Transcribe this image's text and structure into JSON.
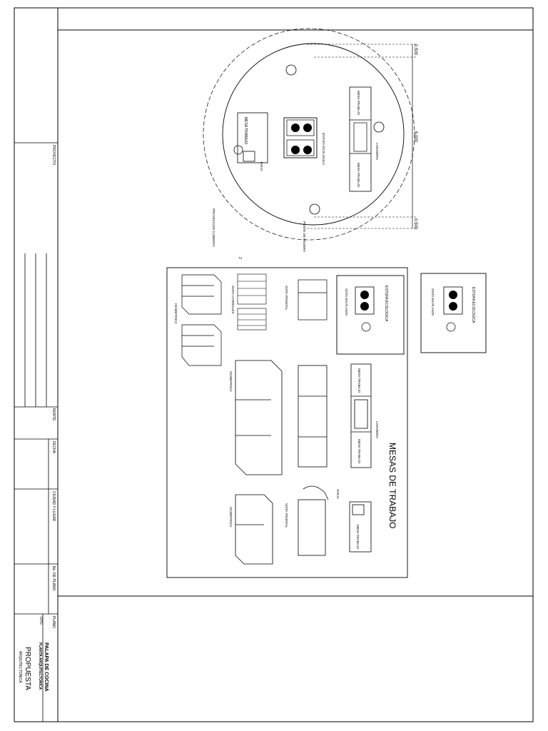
{
  "title_block": {
    "proyecto": "PROYECTO:",
    "norte": "NORTE",
    "fecha": "FECHA",
    "ciudad_lugar": "CIUDAD Y LUGAR",
    "no_plano": "No. DE PLANO",
    "plano": "PLANO",
    "tipo": "TIPO",
    "project_name": "PALAPA DE COCINA",
    "drawing_name": "PLANTA ARQUITECTONICA",
    "proposal": "PROPUESTA",
    "proposal_sub": "ARQUITECTONICA"
  },
  "plan": {
    "mesa_trabajo": "MESA TRABAJO",
    "estufa": "ESTUFA ECOLOGICA",
    "lavadero": "LAVADERO",
    "tarja": "TARJA",
    "poste": "POSTE DE MADERA",
    "proyeccion": "PROYECCION CUBIERTA",
    "dim_top": "0.500",
    "dim_mid": "6.000",
    "dim_bot": "0.500",
    "marker": "2"
  },
  "details": {
    "heading": "MESAS DE TRABAJO",
    "estufa": "ESTUFA ECOLOGICA",
    "vista_planta": "VISTA EN PLANTA",
    "vista_frontal": "VISTA FRONTAL",
    "vista_lateral": "VISTA LATERALES",
    "isometrico": "ISOMETRICO",
    "mesa_trabajo": "MESA TRABAJO",
    "lavadero": "LAVADERO",
    "tarja": "TARJA"
  }
}
